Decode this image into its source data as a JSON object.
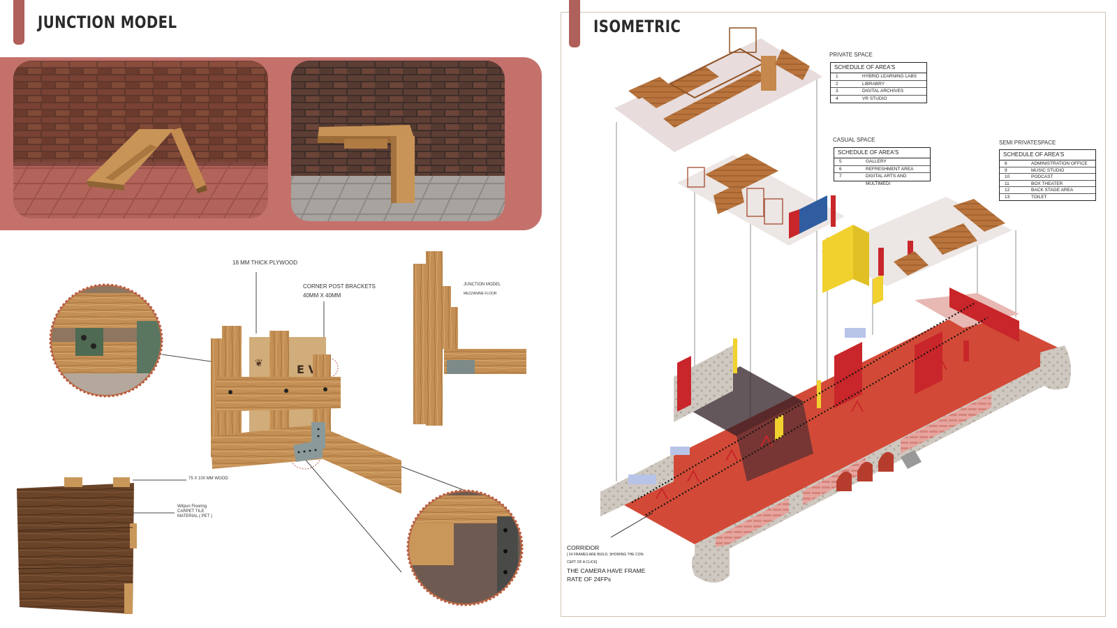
{
  "left_panel": {
    "title": "JUNCTION MODEL",
    "annotations": {
      "plywood": "18 MM THICK PLYWOOD",
      "brackets_line1": "CORNER POST BRACKETS",
      "brackets_line2": "40MM X 40MM",
      "junction_title": "JUNCTION MODEL",
      "junction_sub": "MEZZANINE FLOOR",
      "wood": "75 X 100 MM WOOD",
      "flooring_line1": "Witpun Flooring",
      "flooring_line2": "CARPET TILE",
      "flooring_line3": "MATERIAL ( PET )"
    },
    "stamp_text": "E VE"
  },
  "right_panel": {
    "title": "ISOMETRIC",
    "private": {
      "label": "PRIVATE SPACE",
      "schedule_title": "SCHEDULE OF AREA'S",
      "rows": [
        {
          "num": "1",
          "name": "HYBRID LEARNING LABS"
        },
        {
          "num": "2",
          "name": "LIBRABRY"
        },
        {
          "num": "3",
          "name": "DIGITAL ARCHIVES"
        },
        {
          "num": "4",
          "name": "VR STUDIO"
        }
      ]
    },
    "casual": {
      "label": "CASUAL SPACE",
      "schedule_title": "SCHEDULE OF AREA'S",
      "rows": [
        {
          "num": "5",
          "name": "GALLERY"
        },
        {
          "num": "6",
          "name": "REFRESHMENT AREA"
        },
        {
          "num": "7",
          "name": "DIGITAL ARTS AND MULTIMEDI"
        }
      ]
    },
    "semi": {
      "label": "SEMI PRIVATESPACE",
      "schedule_title": "SCHEDULE OF AREA'S",
      "rows": [
        {
          "num": "8",
          "name": "ADMINISTRATION OFFICE"
        },
        {
          "num": "9",
          "name": "MUSIC STUDIO"
        },
        {
          "num": "10",
          "name": "PODCAST"
        },
        {
          "num": "11",
          "name": "BOX THEATER"
        },
        {
          "num": "12",
          "name": "BACK STAGE AREA"
        },
        {
          "num": "13",
          "name": "TOILET"
        }
      ]
    },
    "corridor": {
      "label": "CORRIDOR",
      "note_line1": "[ 24 FRAMES ARE BUILD, SHOWING THE CON-",
      "note_line2": "CEPT OF A CLICK]",
      "camera_line1": "THE CAMERA HAVE FRAME",
      "camera_line2": "RATE OF 24FPs"
    }
  },
  "colors": {
    "accent": "#b0605a",
    "band": "#c4716c",
    "wood": "#b9834a",
    "red": "#c8262a",
    "yellow": "#f1d12e",
    "floor_red": "#d24a37"
  }
}
